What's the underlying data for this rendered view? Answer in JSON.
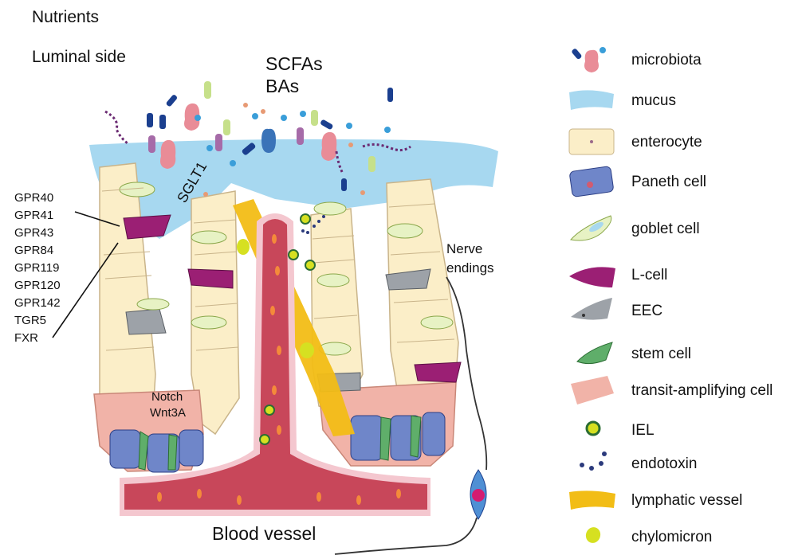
{
  "labels": {
    "nutrients": "Nutrients",
    "luminal_side": "Luminal side",
    "scfas": "SCFAs",
    "bas": "BAs",
    "sglt1": "SGLT1",
    "notch": "Notch",
    "wnt3a": "Wnt3A",
    "nerve_endings_line1": "Nerve",
    "nerve_endings_line2": "endings",
    "blood_vessel": "Blood vessel"
  },
  "receptors": [
    "GPR40",
    "GPR41",
    "GPR43",
    "GPR84",
    "GPR119",
    "GPR120",
    "GPR142",
    "TGR5",
    "FXR"
  ],
  "legend": [
    {
      "name": "microbiota-icon",
      "label": "microbiota"
    },
    {
      "name": "mucus-icon",
      "label": "mucus"
    },
    {
      "name": "enterocyte-icon",
      "label": "enterocyte"
    },
    {
      "name": "paneth-cell-icon",
      "label": "Paneth cell"
    },
    {
      "name": "goblet-cell-icon",
      "label": "goblet cell"
    },
    {
      "name": "l-cell-icon",
      "label": "L-cell"
    },
    {
      "name": "eec-icon",
      "label": "EEC"
    },
    {
      "name": "stem-cell-icon",
      "label": "stem cell"
    },
    {
      "name": "transit-amplifying-cell-icon",
      "label": "transit-amplifying cell"
    },
    {
      "name": "iel-icon",
      "label": "IEL"
    },
    {
      "name": "endotoxin-icon",
      "label": "endotoxin"
    },
    {
      "name": "lymphatic-vessel-icon",
      "label": "lymphatic vessel"
    },
    {
      "name": "chylomicron-icon",
      "label": "chylomicron"
    }
  ],
  "colors": {
    "mucus": "#a7d8f0",
    "enterocyte": "#fbeec8",
    "paneth": "#6f86c9",
    "goblet": "#e7f2c4",
    "l_cell": "#9b1f74",
    "eec": "#9da2a8",
    "stem": "#5fae6a",
    "transit": "#f1b3a8",
    "lymphatic": "#f2bd16",
    "blood": "#c8475a",
    "chylomicron": "#d6e021",
    "microbiota_blue": "#1b3f8f",
    "microbiota_pink": "#e98c97",
    "endotoxin": "#2b3a7c"
  }
}
